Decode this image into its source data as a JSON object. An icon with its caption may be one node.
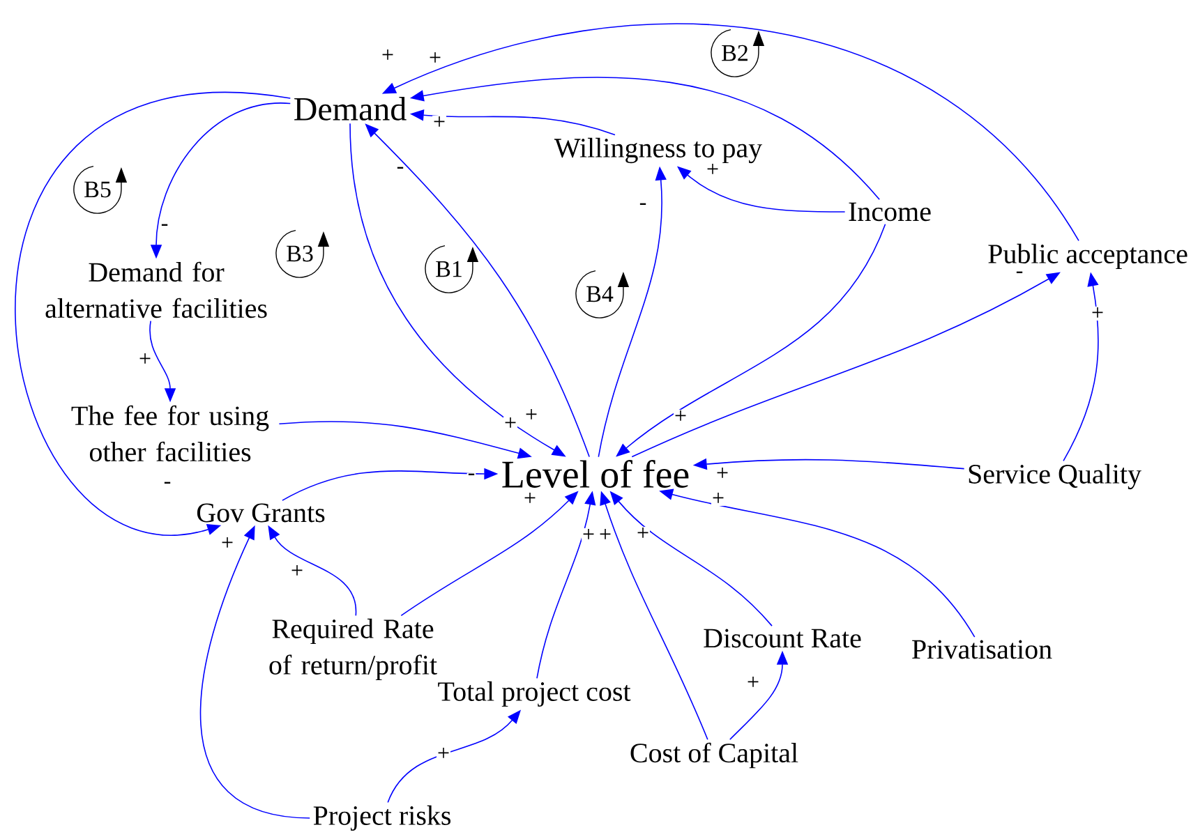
{
  "diagram": {
    "nodes": [
      {
        "text": [
          "Demand"
        ]
      },
      {
        "text": [
          "Willingness to pay"
        ]
      },
      {
        "text": [
          "Income"
        ]
      },
      {
        "text": [
          "Public acceptance"
        ]
      },
      {
        "text": [
          "Demand for alternative facilities"
        ]
      },
      {
        "text": [
          "The fee for using other facilities"
        ]
      },
      {
        "text": [
          "Level of fee"
        ]
      },
      {
        "text": [
          "Service Quality"
        ]
      },
      {
        "text": [
          "Gov Grants"
        ]
      },
      {
        "text": [
          "Required Rate of return/profit"
        ]
      },
      {
        "text": [
          "Privatisation"
        ]
      },
      {
        "text": [
          "Discount Rate"
        ]
      },
      {
        "text": [
          "Total project cost"
        ]
      },
      {
        "text": [
          "Cost of Capital"
        ]
      },
      {
        "text": [
          "Project risks"
        ]
      }
    ],
    "edges": [
      {
        "from": 3,
        "to": 0,
        "arrow": "to",
        "label": "+"
      },
      {
        "from": 2,
        "to": 0,
        "arrow": "to",
        "label": "+"
      },
      {
        "from": 1,
        "to": 0,
        "arrow": "to",
        "label": "+"
      },
      {
        "from": 0,
        "to": 6,
        "arrow": "to",
        "label": "+"
      },
      {
        "from": 6,
        "to": 0,
        "arrow": "to",
        "label": "-"
      },
      {
        "from": 0,
        "to": 4,
        "arrow": "to",
        "label": "-"
      },
      {
        "from": 0,
        "to": 8,
        "arrow": "to",
        "label": "-"
      },
      {
        "from": 4,
        "to": 5,
        "arrow": "to",
        "label": "+"
      },
      {
        "from": 5,
        "to": 6,
        "arrow": "to",
        "label": "+"
      },
      {
        "from": 8,
        "to": 6,
        "arrow": "to",
        "label": "-"
      },
      {
        "from": 9,
        "to": 8,
        "arrow": "to",
        "label": "+"
      },
      {
        "from": 9,
        "to": 6,
        "arrow": "to",
        "label": "+"
      },
      {
        "from": 14,
        "to": 8,
        "arrow": "to",
        "label": "+"
      },
      {
        "from": 14,
        "to": 12,
        "arrow": "to",
        "label": "+"
      },
      {
        "from": 12,
        "to": 6,
        "arrow": "to",
        "label": "+"
      },
      {
        "from": 13,
        "to": 6,
        "arrow": "to",
        "label": "+"
      },
      {
        "from": 13,
        "to": 11,
        "arrow": "to",
        "label": "+"
      },
      {
        "from": 11,
        "to": 6,
        "arrow": "to",
        "label": "+"
      },
      {
        "from": 10,
        "to": 6,
        "arrow": "to",
        "label": "+"
      },
      {
        "from": 7,
        "to": 6,
        "arrow": "to",
        "label": "+"
      },
      {
        "from": 7,
        "to": 3,
        "arrow": "to",
        "label": "+"
      },
      {
        "from": 6,
        "to": 3,
        "arrow": "to",
        "label": "-"
      },
      {
        "from": 2,
        "to": 6,
        "arrow": "to",
        "label": "+"
      },
      {
        "from": 2,
        "to": 1,
        "arrow": "to",
        "label": "+"
      },
      {
        "from": 6,
        "to": 1,
        "arrow": "to",
        "label": "-"
      }
    ],
    "labels": [
      "B2",
      "B5",
      "B3",
      "B1",
      "B4"
    ]
  }
}
